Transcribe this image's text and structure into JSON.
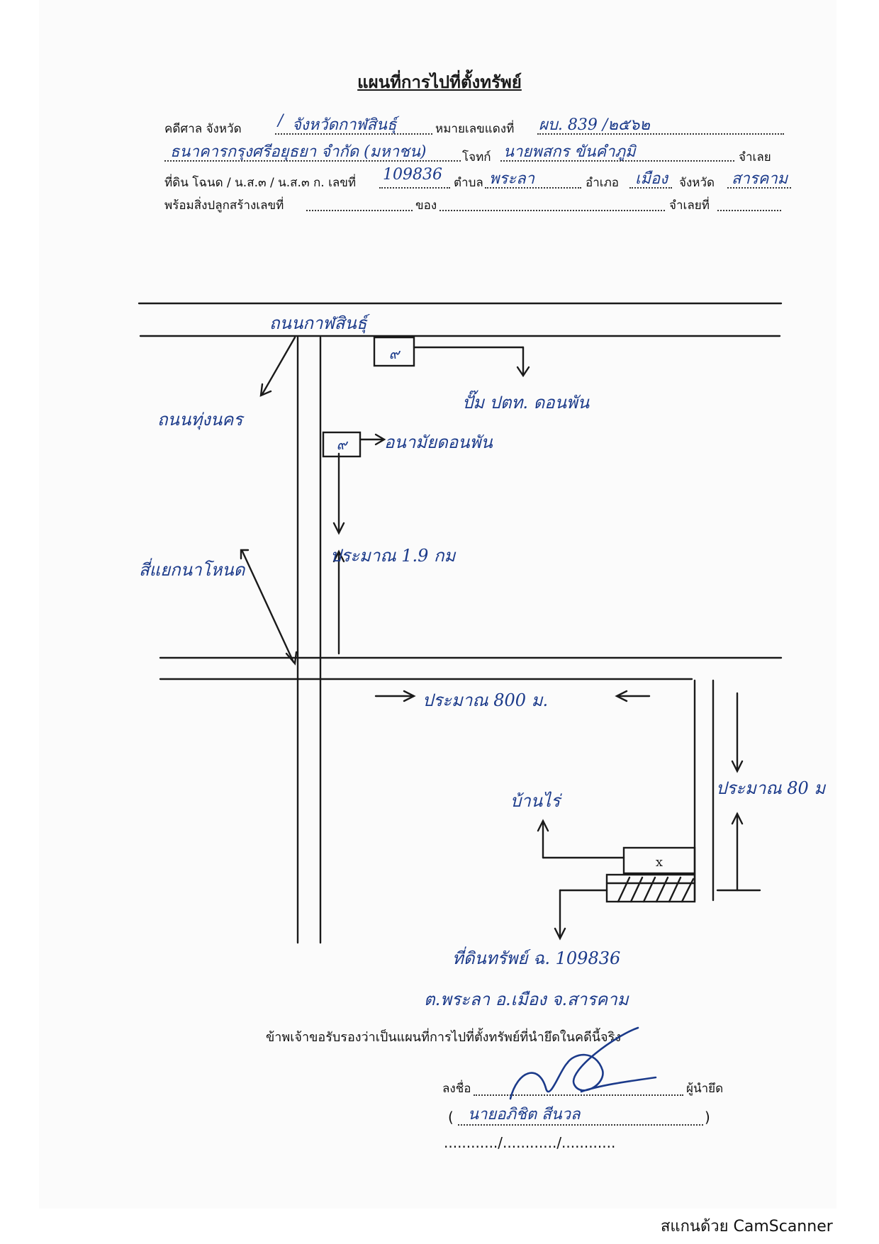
{
  "document": {
    "title": "แผนที่การไปที่ตั้งทรัพย์",
    "header": {
      "case_label": "คดีศาล จังหวัด",
      "case_prefix": "/",
      "case_province": "จังหวัดกาฬสินธุ์",
      "red_no_label": "หมายเลขแดงที่",
      "red_no_value": "ผบ. 839 /๒๕๖๒",
      "plaintiff": "ธนาคารกรุงศรีอยุธยา จำกัด (มหาชน)",
      "plaintiff_label": "โจทก์",
      "defendant": "นายพสกร ขันคำภูมิ",
      "defendant_label": "จำเลย",
      "land_label": "ที่ดิน โฉนด / น.ส.๓ / น.ส.๓ ก. เลขที่",
      "land_no": "109836",
      "subdistrict_label": "ตำบล",
      "subdistrict": "พระลา",
      "district_label": "อำเภอ",
      "district": "เมือง",
      "province_label": "จังหวัด",
      "province": "สารคาม",
      "building_label": "พร้อมสิ่งปลูกสร้างเลขที่",
      "of_label": "ของ",
      "defendant_no_label": "จำเลยที่"
    },
    "map_labels": {
      "road_top": "ถนนกาฬสินธุ์",
      "road_left": "ถนนทุ่งนคร",
      "gas_station_box": "๙",
      "gas_station": "ปั๊ม ปตท. ดอนพัน",
      "school_box": "๙",
      "school": "อนามัยดอนพัน",
      "dist_vertical": "ประมาณ 1.9 กม",
      "junction": "สี่แยกนาโหนด",
      "dist_horizontal": "ประมาณ 800 ม.",
      "dist_right": "ประมาณ 80 ม",
      "house": "บ้านไร่",
      "house_mark": "x",
      "property_line1": "ที่ดินทรัพย์ ฉ. 109836",
      "property_line2": "ต.พระลา อ.เมือง จ.สารคาม"
    },
    "certification": "ข้าพเจ้าขอรับรองว่าเป็นแผนที่การไปที่ตั้งทรัพย์ที่นำยึดในคดีนี้จริง",
    "signature": {
      "sign_label": "ลงชื่อ",
      "role_label": "ผู้นำยึด",
      "name_open": "(",
      "name": "นายอภิชิต สีนวล",
      "name_close": ")",
      "date_line": "............/............/............"
    },
    "scanner_footer": "สแกนด้วย CamScanner"
  },
  "colors": {
    "ink_blue": "#1b3a8a",
    "line_dark": "#1a1a1a"
  }
}
